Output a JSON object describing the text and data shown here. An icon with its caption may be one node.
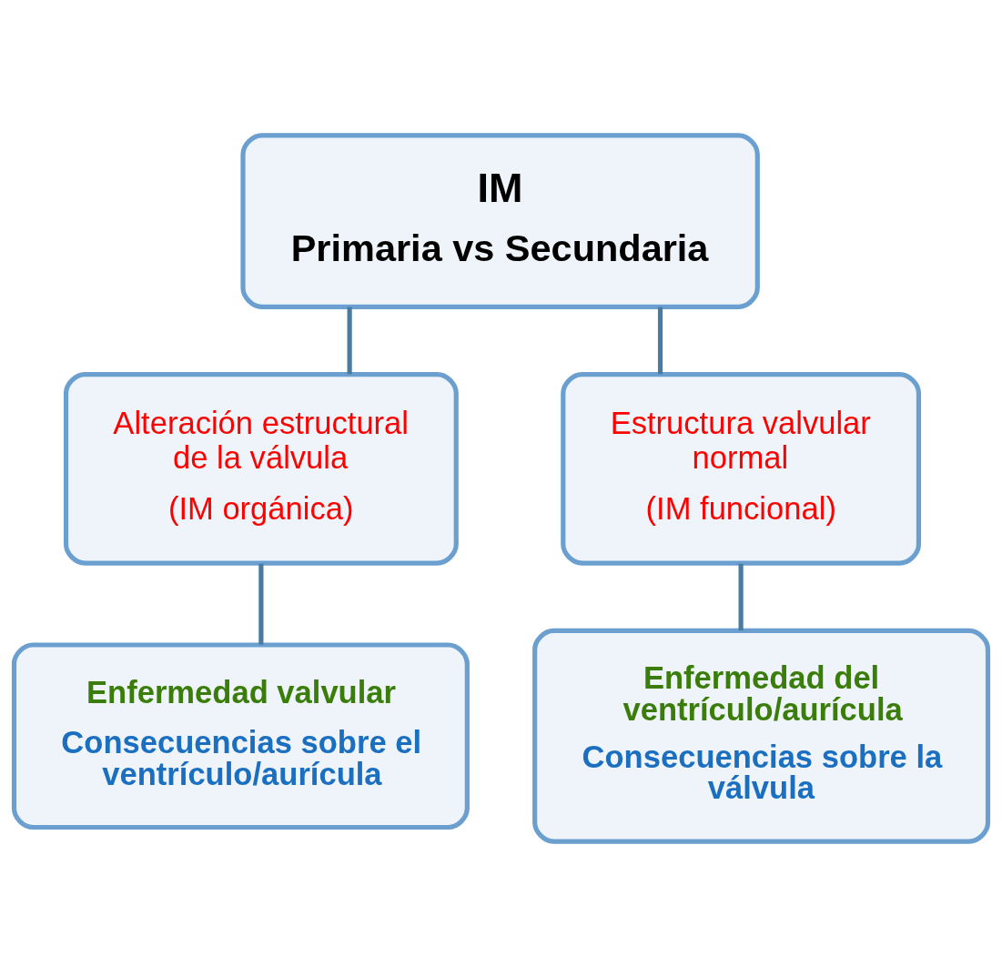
{
  "diagram": {
    "nodes": [
      {
        "text": [
          "IM",
          "Primaria vs Secundaria"
        ]
      },
      {
        "text": [
          "Alteración estructural de la válvula",
          "(IM orgánica)"
        ]
      },
      {
        "text": [
          "Estructura valvular normal",
          "(IM funcional)"
        ]
      },
      {
        "text": [
          "Enfermedad valvular",
          "Consecuencias sobre el ventrículo/aurícula"
        ]
      },
      {
        "text": [
          "Enfermedad del ventrículo/aurícula",
          "Consecuencias sobre la válvula"
        ]
      }
    ],
    "edges": [
      {
        "from": 0,
        "to": 1,
        "arrow": "none"
      },
      {
        "from": 0,
        "to": 2,
        "arrow": "none"
      },
      {
        "from": 1,
        "to": 3,
        "arrow": "none"
      },
      {
        "from": 2,
        "to": 4,
        "arrow": "none"
      }
    ]
  }
}
